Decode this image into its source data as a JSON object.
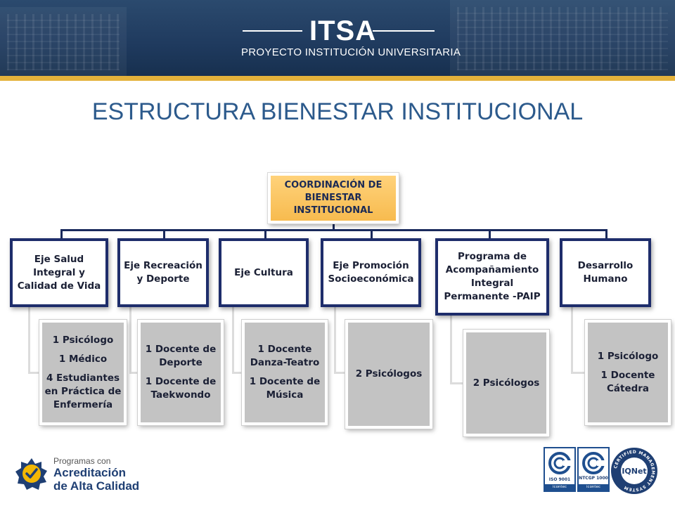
{
  "header": {
    "brand": "ITSA",
    "subtitle": "PROYECTO INSTITUCIÓN UNIVERSITARIA"
  },
  "title": "ESTRUCTURA BIENESTAR INSTITUCIONAL",
  "org_chart": {
    "root": "COORDINACIÓN DE BIENESTAR INSTITUCIONAL",
    "axes": [
      {
        "label": "Eje Salud Integral y Calidad de Vida",
        "items": [
          "1 Psicólogo",
          "1 Médico",
          "4 Estudiantes en Práctica de Enfermería"
        ]
      },
      {
        "label": "Eje Recreación y Deporte",
        "items": [
          "1 Docente de Deporte",
          "1 Docente de Taekwondo"
        ]
      },
      {
        "label": "Eje Cultura",
        "items": [
          "1 Docente Danza-Teatro",
          "1 Docente de Música"
        ]
      },
      {
        "label": "Eje Promoción Socioeconómica",
        "items": [
          "2 Psicólogos"
        ]
      },
      {
        "label": "Programa de Acompañamiento Integral Permanente -PAIP",
        "items": [
          "2 Psicólogos"
        ]
      },
      {
        "label": "Desarrollo Humano",
        "items": [
          "1 Psicólogo",
          "1 Docente Cátedra"
        ]
      }
    ]
  },
  "footer": {
    "accreditation": {
      "line1": "Programas con",
      "line2": "Acreditación",
      "line3": "de Alta Calidad"
    },
    "certifications": [
      {
        "code": "ISO 9001",
        "issuer": "icontec"
      },
      {
        "code": "NTCGP 1000",
        "issuer": "icontec"
      },
      {
        "code": "IQNet",
        "ring": "CERTIFIED MANAGEMENT SYSTEM"
      }
    ]
  },
  "colors": {
    "banner": "#1f3a5e",
    "gold": "#e4b23b",
    "title": "#2c5a8c",
    "root_fill": "#f7bb4f",
    "axis_border": "#1e2d6b",
    "detail_fill": "#c3c3c3"
  }
}
